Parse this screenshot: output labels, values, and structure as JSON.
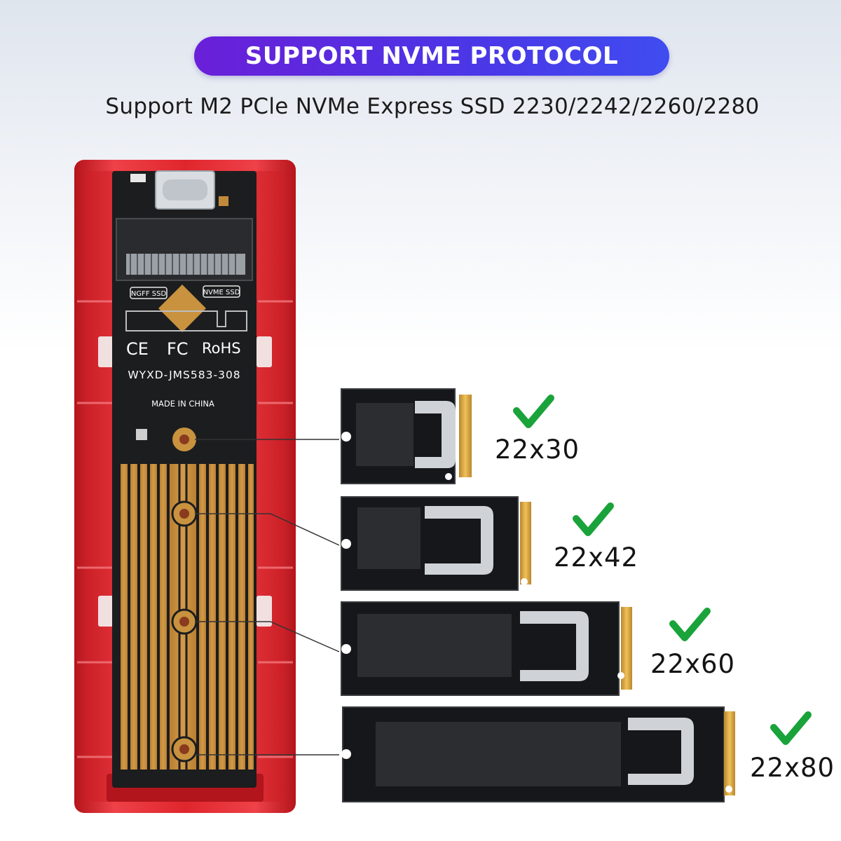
{
  "header": {
    "banner_text": "SUPPORT NVME PROTOCOL",
    "subtitle": "Support M2 PCle NVMe Express SSD 2230/2242/2260/2280"
  },
  "board": {
    "ngff_label": "NGFF SSD",
    "nvme_label": "NVME SSD",
    "cert_ce": "CE",
    "cert_fc": "FC",
    "cert_rohs": "RoHS",
    "model": "WYXD-JMS583-308",
    "origin": "MADE IN CHINA"
  },
  "ssd_sizes": [
    {
      "label": "22x30"
    },
    {
      "label": "22x42"
    },
    {
      "label": "22x60"
    },
    {
      "label": "22x80"
    }
  ],
  "colors": {
    "enclosure": "#d8232a",
    "pcb": "#1c1d1f",
    "copper": "#c8923e",
    "check": "#1aa33a",
    "banner_start": "#6a1fd8",
    "banner_end": "#3f4cf0"
  }
}
